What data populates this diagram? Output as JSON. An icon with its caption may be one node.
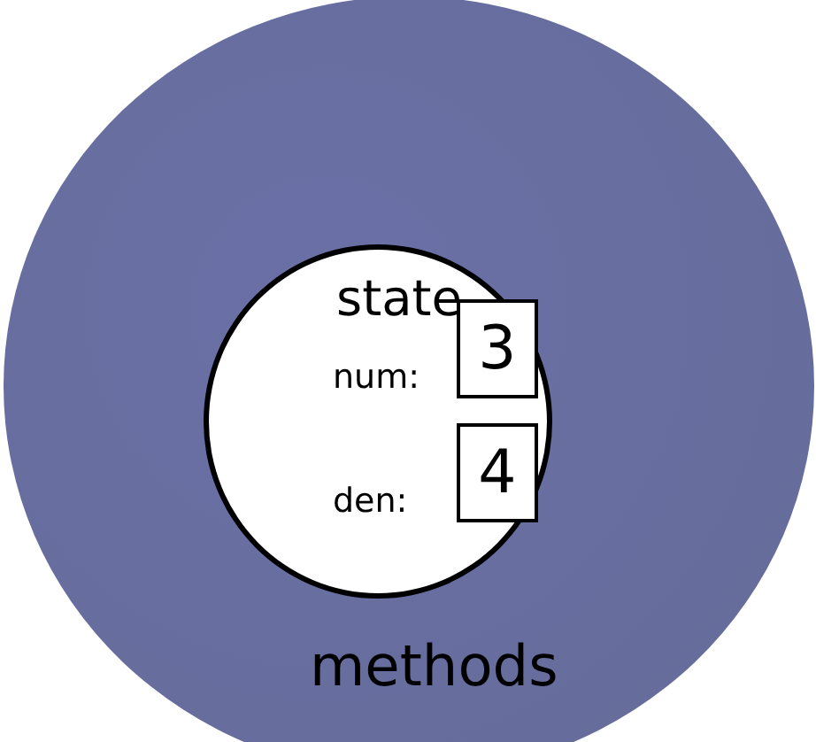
{
  "diagram": {
    "nodes": [
      {
        "text": [
          "methods"
        ]
      },
      {
        "text": [
          "state"
        ],
        "in": 0
      },
      {
        "text": [
          "3"
        ],
        "in": 1,
        "beside": [
          "num:"
        ]
      },
      {
        "text": [
          "4"
        ],
        "in": 1,
        "beside": [
          "den:"
        ]
      }
    ]
  }
}
